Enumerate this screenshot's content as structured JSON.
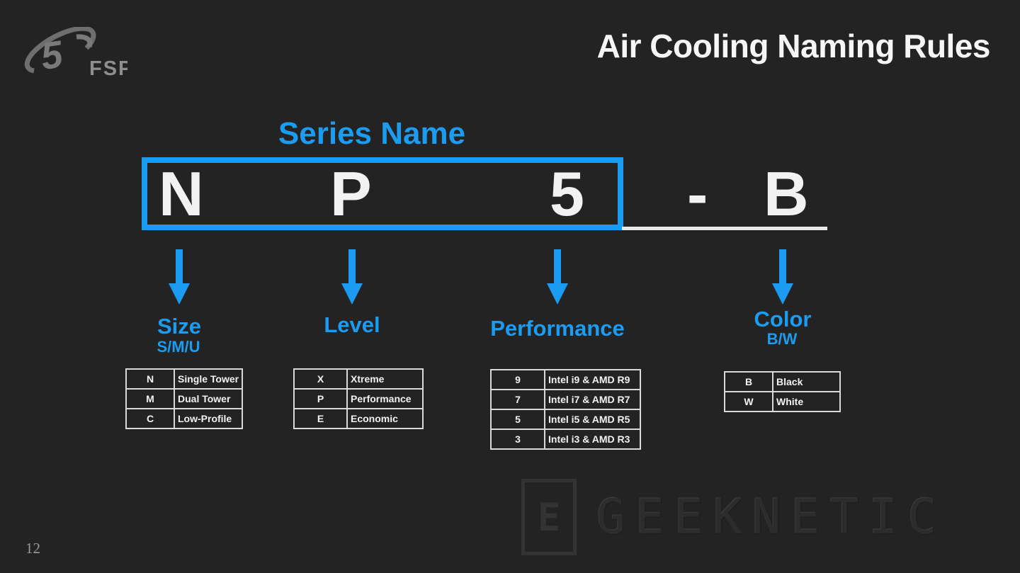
{
  "slide": {
    "title": "Air Cooling Naming Rules",
    "page_number": "12",
    "background_color": "#232323",
    "accent_color": "#1b9cf0"
  },
  "brand": {
    "logo_text": "FSP",
    "logo_mark": "5"
  },
  "naming": {
    "series_label": "Series Name",
    "boxed_letters": [
      "N",
      "P",
      "5"
    ],
    "separator": "-",
    "suffix_letter": "B"
  },
  "categories": [
    {
      "label": "Size",
      "sublabel": "S/M/U",
      "rows": [
        {
          "code": "N",
          "meaning": "Single Tower"
        },
        {
          "code": "M",
          "meaning": "Dual Tower"
        },
        {
          "code": "C",
          "meaning": "Low-Profile"
        }
      ]
    },
    {
      "label": "Level",
      "sublabel": "",
      "rows": [
        {
          "code": "X",
          "meaning": "Xtreme"
        },
        {
          "code": "P",
          "meaning": "Performance"
        },
        {
          "code": "E",
          "meaning": "Economic"
        }
      ]
    },
    {
      "label": "Performance",
      "sublabel": "",
      "rows": [
        {
          "code": "9",
          "meaning": "Intel i9 & AMD R9"
        },
        {
          "code": "7",
          "meaning": "Intel i7 & AMD R7"
        },
        {
          "code": "5",
          "meaning": "Intel i5 & AMD R5"
        },
        {
          "code": "3",
          "meaning": "Intel i3 & AMD R3"
        }
      ]
    },
    {
      "label": "Color",
      "sublabel": "B/W",
      "rows": [
        {
          "code": "B",
          "meaning": "Black"
        },
        {
          "code": "W",
          "meaning": "White"
        }
      ]
    }
  ],
  "watermark": {
    "logo_letter": "E",
    "text": "GEEKNETIC"
  }
}
